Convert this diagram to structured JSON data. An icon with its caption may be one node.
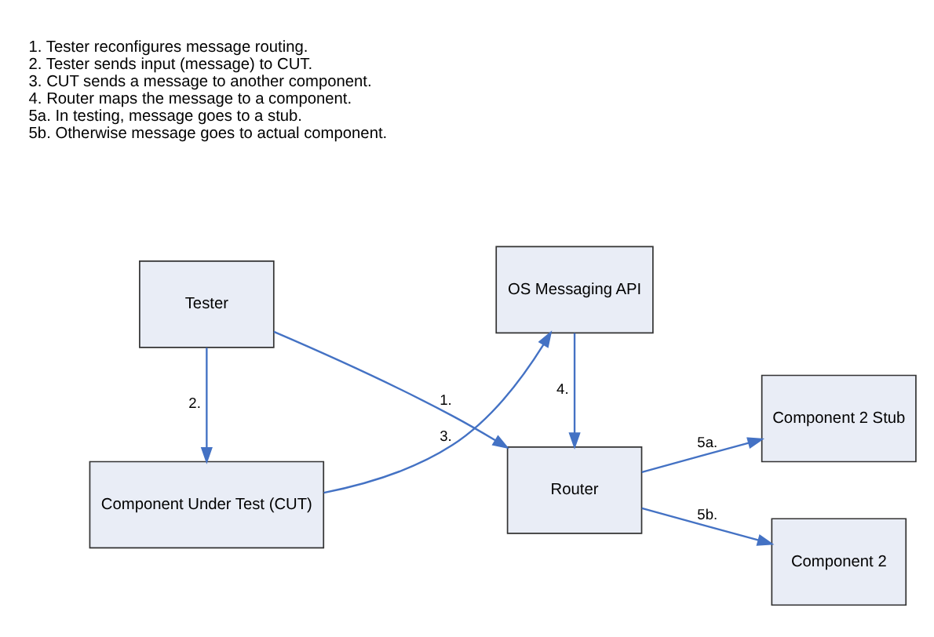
{
  "diagram": {
    "nodes": [
      {
        "text": [
          "Tester"
        ]
      },
      {
        "text": [
          "Router"
        ]
      },
      {
        "text": [
          "Component 2 Stub"
        ]
      },
      {
        "text": [
          "Component Under Test (CUT)"
        ]
      },
      {
        "text": [
          "OS Messaging API"
        ]
      },
      {
        "text": [
          "Component 2"
        ]
      }
    ],
    "edges": [
      {
        "from": 0,
        "to": 1,
        "arrow": "to",
        "label": "1."
      },
      {
        "from": 0,
        "to": 3,
        "arrow": "to",
        "label": "2."
      },
      {
        "from": 3,
        "to": 4,
        "arrow": "to",
        "label": "3."
      },
      {
        "from": 4,
        "to": 1,
        "arrow": "to",
        "label": "4."
      },
      {
        "from": 1,
        "to": 2,
        "arrow": "to",
        "label": "5a."
      },
      {
        "from": 1,
        "to": 5,
        "arrow": "to",
        "label": "5b."
      }
    ],
    "labels": [
      "1. Tester reconfigures message routing.",
      "2. Tester sends input (message) to CUT.",
      "3. CUT sends a message to another component.",
      "4. Router maps the message to a component.",
      "5a. In testing, message goes to a stub.",
      "5b. Otherwise message goes to actual component."
    ]
  }
}
